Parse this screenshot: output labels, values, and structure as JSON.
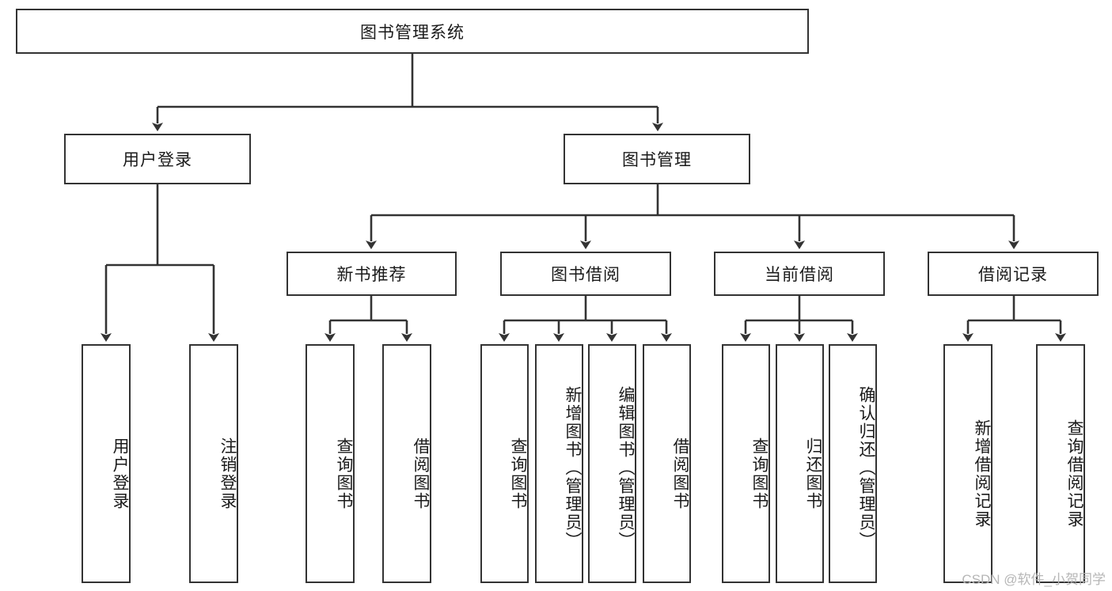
{
  "diagram": {
    "type": "tree-hierarchy-chart",
    "title": "图书管理系统",
    "colors": {
      "box_border": "#333333",
      "box_fill": "#ffffff",
      "line": "#333333",
      "text": "#1a1a1a",
      "watermark": "#b6b6b6",
      "background": "#ffffff"
    },
    "root": {
      "label": "图书管理系统"
    },
    "level2": [
      {
        "label": "用户登录"
      },
      {
        "label": "图书管理"
      }
    ],
    "level3": [
      {
        "label": "新书推荐"
      },
      {
        "label": "图书借阅"
      },
      {
        "label": "当前借阅"
      },
      {
        "label": "借阅记录"
      }
    ],
    "leaves": {
      "user_login": [
        {
          "label": "用户登录"
        },
        {
          "label": "注销登录"
        }
      ],
      "new_book_recommend": [
        {
          "label": "查询图书"
        },
        {
          "label": "借阅图书"
        }
      ],
      "book_borrow": [
        {
          "label": "查询图书"
        },
        {
          "label": "新增图书（管理员）"
        },
        {
          "label": "编辑图书（管理员）"
        },
        {
          "label": "借阅图书"
        }
      ],
      "current_borrow": [
        {
          "label": "查询图书"
        },
        {
          "label": "归还图书"
        },
        {
          "label": "确认归还（管理员）"
        }
      ],
      "borrow_record": [
        {
          "label": "新增借阅记录"
        },
        {
          "label": "查询借阅记录"
        }
      ]
    }
  },
  "watermark": {
    "text": "CSDN @软件_小贺同学"
  }
}
